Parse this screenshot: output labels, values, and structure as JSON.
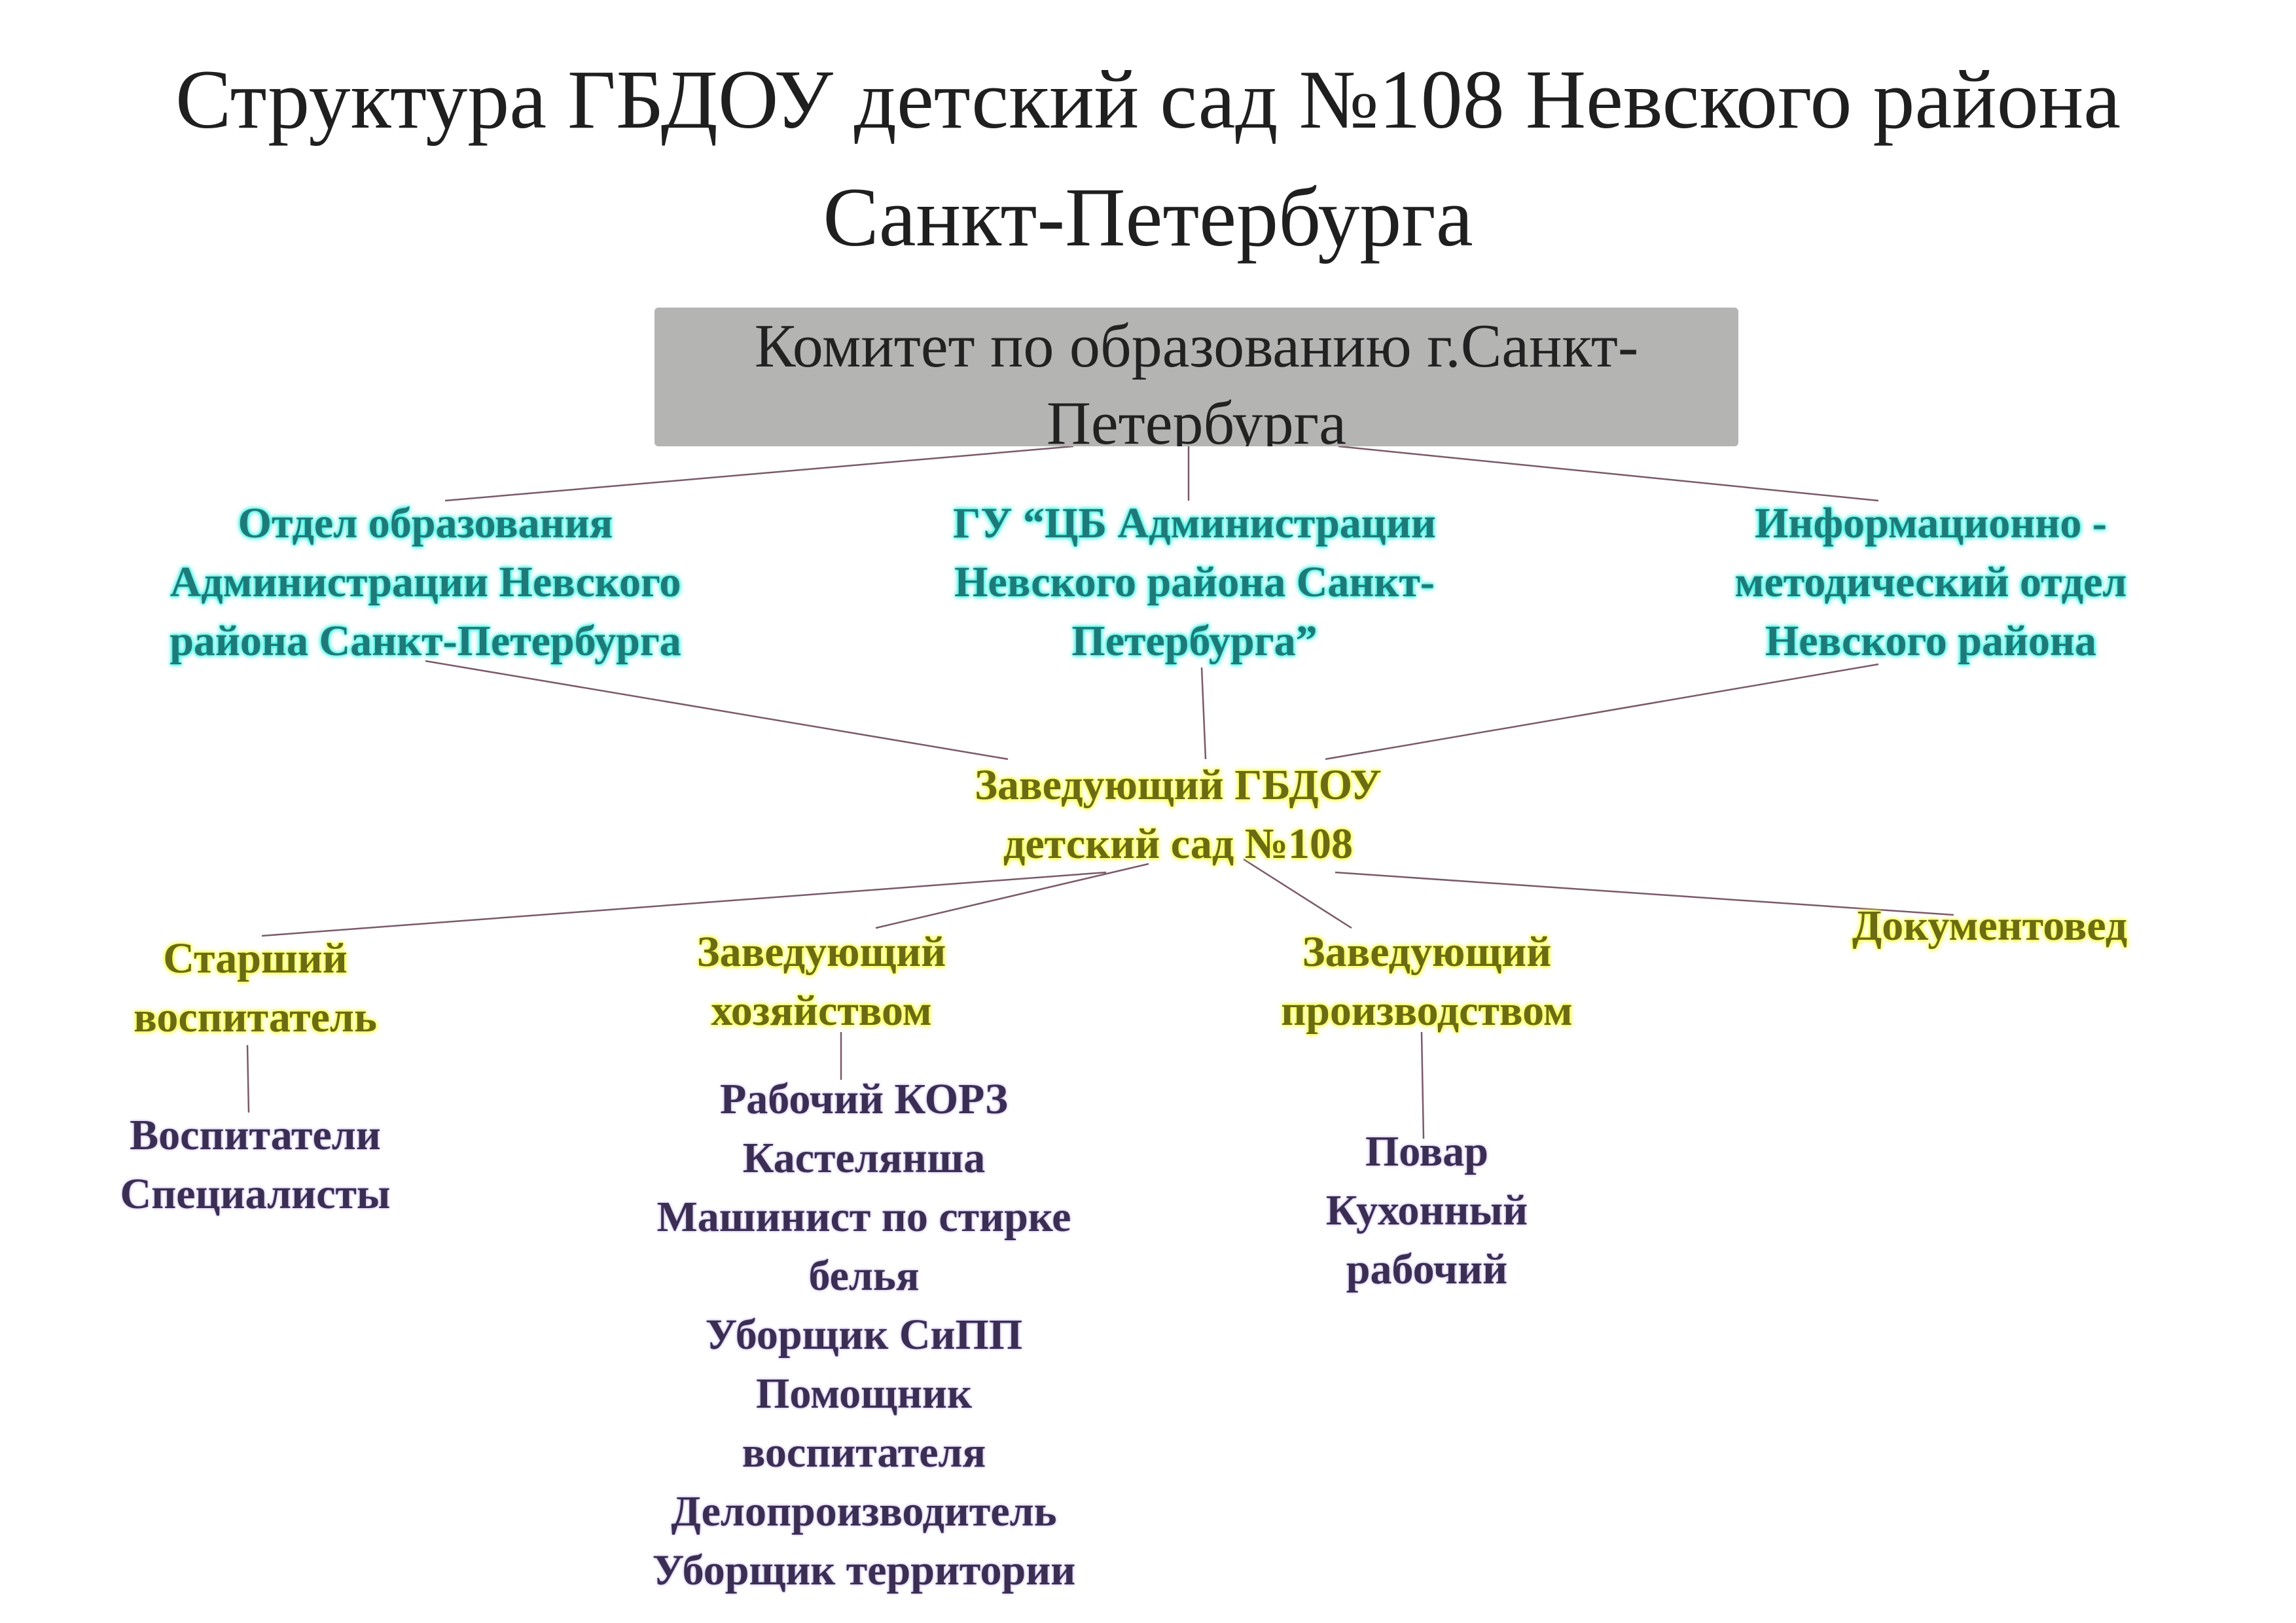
{
  "title": {
    "line1": "Структура ГБДОУ детский сад №108 Невского района",
    "line2": "Санкт-Петербурга"
  },
  "committee": {
    "line1": "Комитет по образованию г.Санкт-",
    "line2": "Петербурга"
  },
  "departments": [
    {
      "lines": [
        "Отдел образования",
        "Администрации Невского",
        "района Санкт-Петербурга"
      ]
    },
    {
      "lines": [
        "ГУ “ЦБ Администрации",
        "Невского района Санкт-",
        "Петербурга”"
      ]
    },
    {
      "lines": [
        "Информационно -",
        "методический отдел",
        "Невского района"
      ]
    }
  ],
  "head": {
    "lines": [
      "Заведующий ГБДОУ",
      "детский сад №108"
    ]
  },
  "managers": [
    {
      "lines": [
        "Старший",
        "воспитатель"
      ]
    },
    {
      "lines": [
        "Заведующий",
        "хозяйством"
      ]
    },
    {
      "lines": [
        "Заведующий",
        "производством"
      ]
    },
    {
      "lines": [
        "Документовед"
      ]
    }
  ],
  "staff": [
    {
      "lines": [
        "Воспитатели",
        "Специалисты"
      ]
    },
    {
      "lines": [
        "Рабочий КОРЗ",
        "Кастелянша",
        "Машинист по стирке",
        "белья",
        "Уборщик СиПП",
        "Помощник",
        "воспитателя",
        "Делопроизводитель",
        "Уборщик территории"
      ]
    },
    {
      "lines": [
        "Повар",
        "Кухонный",
        "рабочий"
      ]
    }
  ],
  "colors": {
    "committee_box": "#b4b5b2",
    "department_glow": "#37f0e0",
    "manager_glow": "#f6ff3a",
    "staff_glow": "#c9b8ef",
    "connector": "#7a5a6a"
  }
}
